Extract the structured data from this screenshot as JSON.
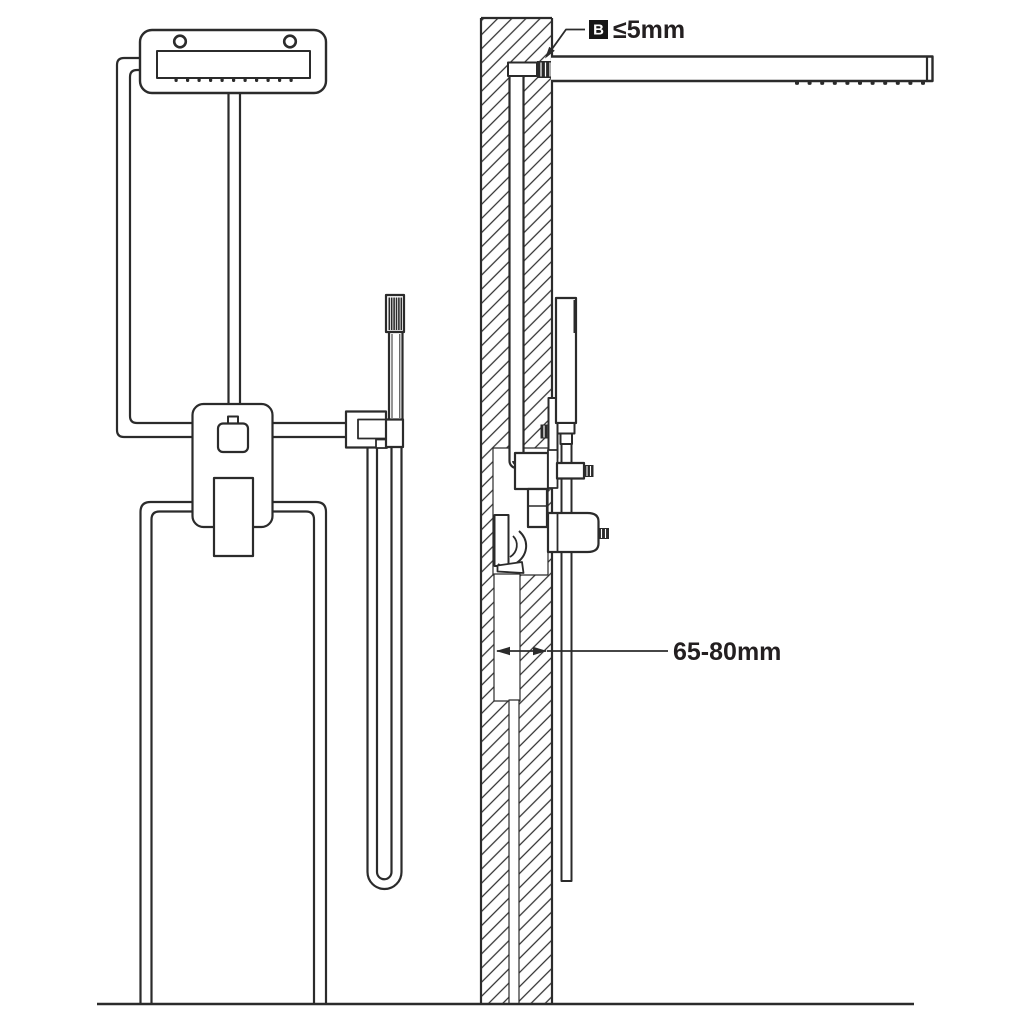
{
  "labels": {
    "clearance": {
      "tag": "B",
      "value": "≤5mm"
    },
    "recess_depth": "65-80mm"
  },
  "colors": {
    "background": "#ffffff",
    "line": "#2b2b2b",
    "hatch": "#2f2f2f",
    "text": "#231f20",
    "label_bg": "#161616",
    "label_text": "#ffffff",
    "dark_fill": "#2b2b2b"
  }
}
